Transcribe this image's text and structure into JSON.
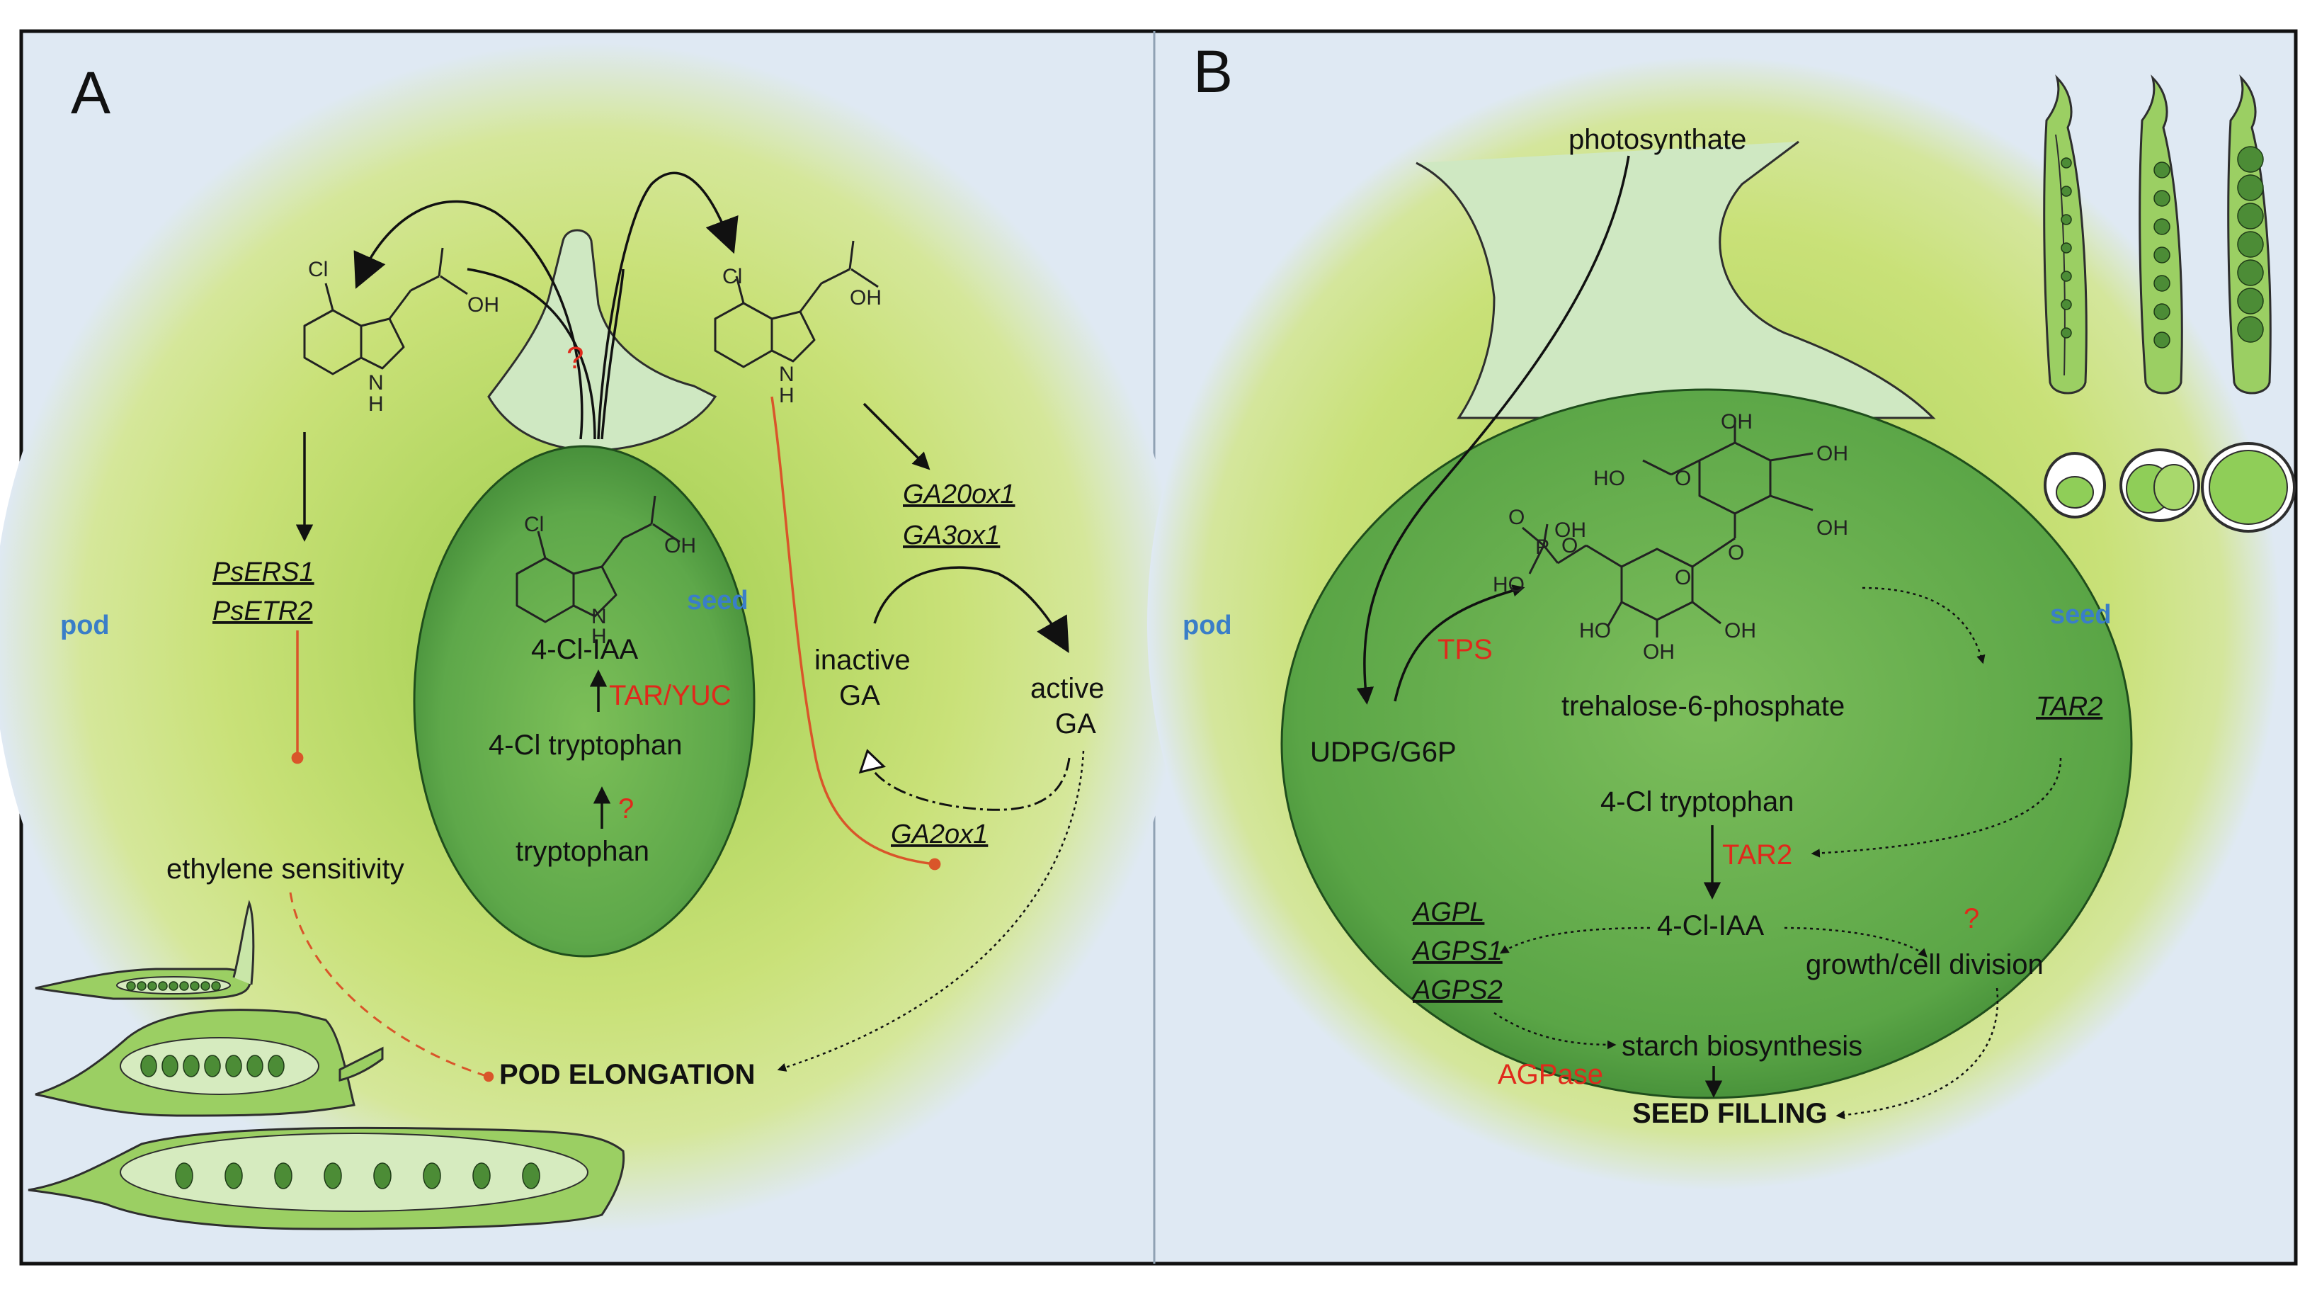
{
  "panel_a": {
    "letter": "A",
    "pod_label": "pod",
    "seed_label": "seed",
    "question_funiculus": "?",
    "genes_ethylene": [
      "PsERS1",
      "PsETR2"
    ],
    "ethylene_sensitivity": "ethylene sensitivity",
    "compound_main": "4-Cl-IAA",
    "enzyme_tar_yuc": "TAR/YUC",
    "intermediate": "4-Cl tryptophan",
    "question_trp": "?",
    "precursor": "tryptophan",
    "genes_ga_biosynth": [
      "GA20ox1",
      "GA3ox1"
    ],
    "inactive_ga": [
      "inactive",
      "GA"
    ],
    "active_ga": [
      "active",
      "GA"
    ],
    "gene_ga_catabolism": "GA2ox1",
    "pod_elongation": "POD ELONGATION",
    "chem_labels": {
      "cl": "Cl",
      "oh": "OH",
      "n": "N",
      "h": "H"
    }
  },
  "panel_b": {
    "letter": "B",
    "pod_label": "pod",
    "seed_label": "seed",
    "photosynthate": "photosynthate",
    "enzyme_tps": "TPS",
    "udpg": "UDPG/G6P",
    "t6p": "trehalose-6-phosphate",
    "gene_tar2": "TAR2",
    "intermediate": "4-Cl tryptophan",
    "enzyme_tar2": "TAR2",
    "compound_main": "4-Cl-IAA",
    "genes_agp": [
      "AGPL",
      "AGPS1",
      "AGPS2"
    ],
    "question_growth": "?",
    "growth": "growth/cell division",
    "enzyme_agpase": "AGPase",
    "starch": "starch biosynthesis",
    "seed_filling": "SEED FILLING",
    "chem_labels": {
      "ho": "HO",
      "oh": "OH",
      "p": "P",
      "o": "O"
    }
  },
  "colors": {
    "background": "#dfe9f3",
    "pod_glow": "#c7df74",
    "seed_dark": "#4f9a3d",
    "seed_light": "#7dbd5c",
    "funiculus": "#cfe8c2",
    "red": "#e0291b",
    "blue_label": "#3a7ec8",
    "orange_line": "#d9552a"
  }
}
